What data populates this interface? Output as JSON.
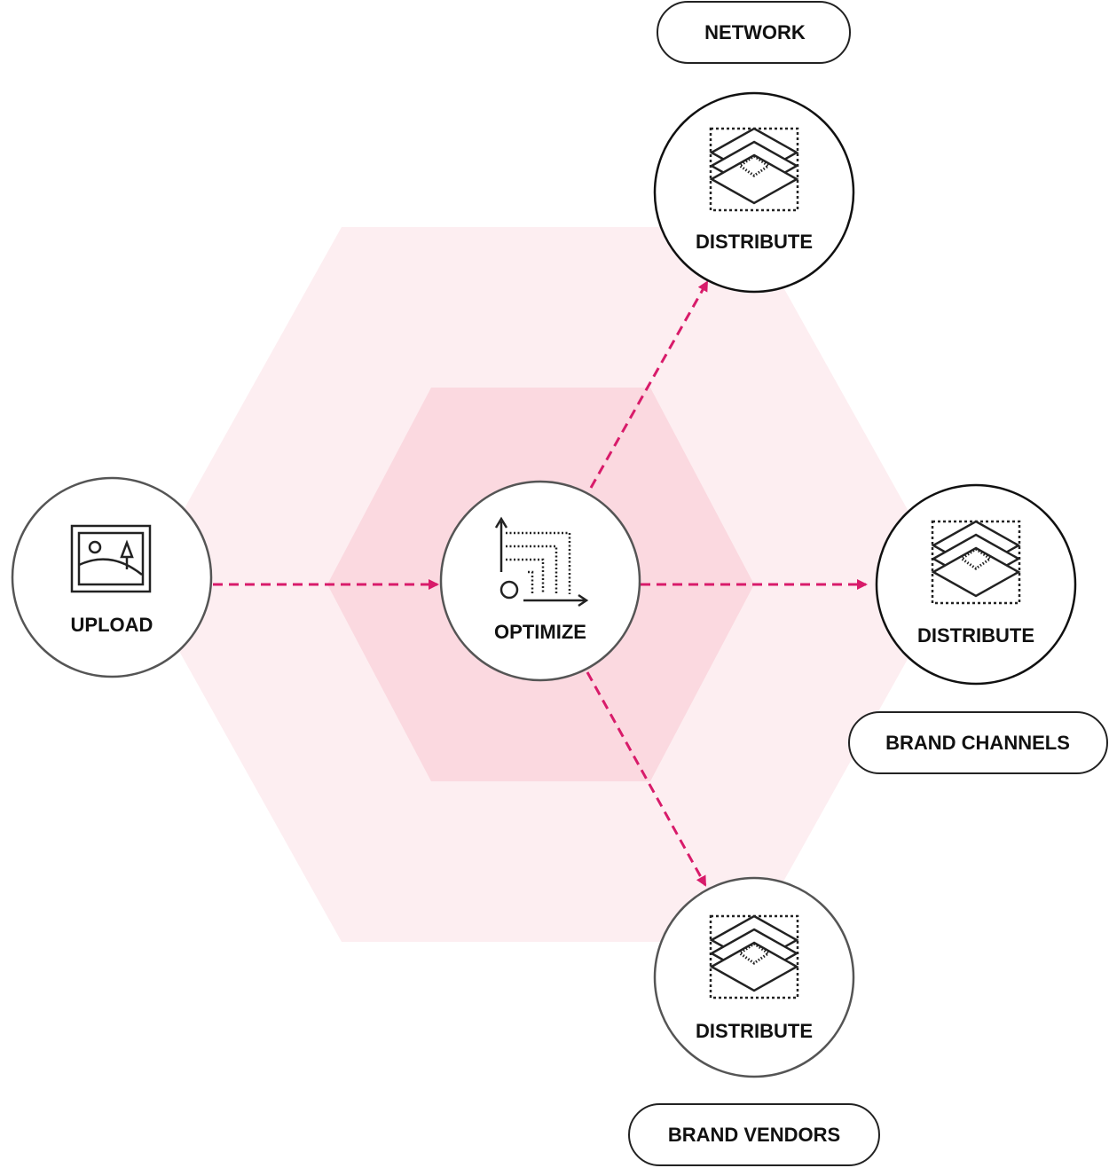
{
  "colors": {
    "outer_hexagon": "#fdeef1",
    "inner_hexagon": "#fbd9e0",
    "arrow": "#d81b6a",
    "node_border": "#555555",
    "node_border_dark": "#111111",
    "icon": "#222222"
  },
  "nodes": {
    "upload": {
      "label": "UPLOAD",
      "icon": "image-icon"
    },
    "optimize": {
      "label": "OPTIMIZE",
      "icon": "optimize-path-icon"
    },
    "distribute_network": {
      "label": "DISTRIBUTE",
      "icon": "layers-icon"
    },
    "distribute_channels": {
      "label": "DISTRIBUTE",
      "icon": "layers-icon"
    },
    "distribute_vendors": {
      "label": "DISTRIBUTE",
      "icon": "layers-icon"
    }
  },
  "pills": {
    "network": "NETWORK",
    "brand_channels": "BRAND CHANNELS",
    "brand_vendors": "BRAND VENDORS"
  }
}
